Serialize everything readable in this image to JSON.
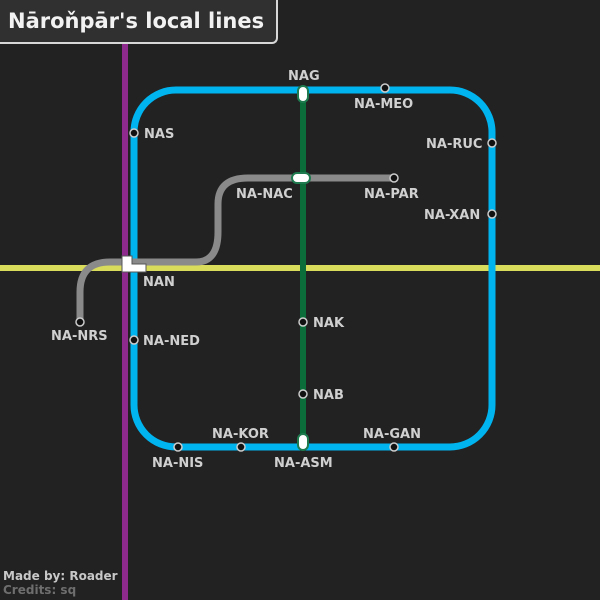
{
  "title": "Nāroňpār's local lines",
  "footer": {
    "made_by": "Made by: Roader",
    "credits": "Credits: sq"
  },
  "lines": {
    "purple": {
      "color": "#8e2a8e"
    },
    "yellow": {
      "color": "#d9dc5a"
    },
    "blue": {
      "color": "#00b4f0"
    },
    "green": {
      "color": "#0b6e3a"
    },
    "grey": {
      "color": "#8a8a8a"
    }
  },
  "stations": {
    "nag": "NAG",
    "na_meo": "NA-MEO",
    "nas": "NAS",
    "na_ruc": "NA-RUC",
    "na_nac": "NA-NAC",
    "na_par": "NA-PAR",
    "na_xan": "NA-XAN",
    "nan": "NAN",
    "na_nrs": "NA-NRS",
    "na_ned": "NA-NED",
    "nak": "NAK",
    "nab": "NAB",
    "na_kor": "NA-KOR",
    "na_gan": "NA-GAN",
    "na_nis": "NA-NIS",
    "na_asm": "NA-ASM"
  }
}
